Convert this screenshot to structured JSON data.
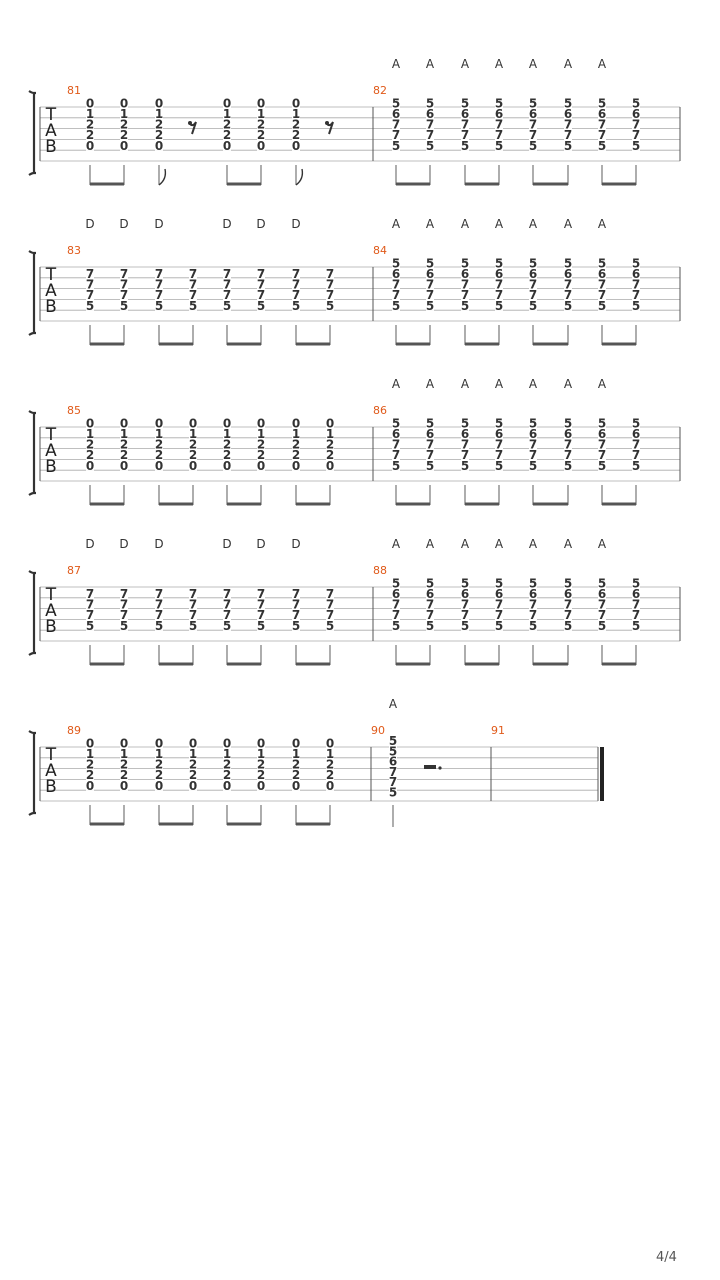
{
  "page": {
    "page_number": "4/4"
  },
  "tab_clef": [
    "T",
    "A",
    "B"
  ],
  "systems": [
    {
      "measures": [
        {
          "number": "81",
          "chord_labels": [
            "",
            "",
            "",
            "",
            "",
            "",
            "",
            ""
          ],
          "events": [
            {
              "frets": [
                "0",
                "1",
                "2",
                "2",
                "0",
                ""
              ]
            },
            {
              "frets": [
                "0",
                "1",
                "2",
                "2",
                "0",
                ""
              ]
            },
            {
              "frets": [
                "0",
                "1",
                "2",
                "2",
                "0",
                ""
              ]
            },
            {
              "rest": "eighth"
            },
            {
              "frets": [
                "0",
                "1",
                "2",
                "2",
                "0",
                ""
              ]
            },
            {
              "frets": [
                "0",
                "1",
                "2",
                "2",
                "0",
                ""
              ]
            },
            {
              "frets": [
                "0",
                "1",
                "2",
                "2",
                "0",
                ""
              ]
            },
            {
              "rest": "eighth"
            }
          ]
        },
        {
          "number": "82",
          "chord_labels": [
            "A",
            "A",
            "A",
            "A",
            "A",
            "A",
            "A",
            ""
          ],
          "events": [
            {
              "frets": [
                "5",
                "6",
                "7",
                "7",
                "5",
                ""
              ]
            },
            {
              "frets": [
                "5",
                "6",
                "7",
                "7",
                "5",
                ""
              ]
            },
            {
              "frets": [
                "5",
                "6",
                "7",
                "7",
                "5",
                ""
              ]
            },
            {
              "frets": [
                "5",
                "6",
                "7",
                "7",
                "5",
                ""
              ]
            },
            {
              "frets": [
                "5",
                "6",
                "7",
                "7",
                "5",
                ""
              ]
            },
            {
              "frets": [
                "5",
                "6",
                "7",
                "7",
                "5",
                ""
              ]
            },
            {
              "frets": [
                "5",
                "6",
                "7",
                "7",
                "5",
                ""
              ]
            },
            {
              "frets": [
                "5",
                "6",
                "7",
                "7",
                "5",
                ""
              ]
            }
          ]
        }
      ]
    },
    {
      "measures": [
        {
          "number": "83",
          "chord_labels": [
            "D",
            "D",
            "D",
            "",
            "D",
            "D",
            "D",
            ""
          ],
          "events": [
            {
              "frets": [
                "",
                "7",
                "7",
                "7",
                "5",
                ""
              ]
            },
            {
              "frets": [
                "",
                "7",
                "7",
                "7",
                "5",
                ""
              ]
            },
            {
              "frets": [
                "",
                "7",
                "7",
                "7",
                "5",
                ""
              ]
            },
            {
              "frets": [
                "",
                "7",
                "7",
                "7",
                "5",
                ""
              ]
            },
            {
              "frets": [
                "",
                "7",
                "7",
                "7",
                "5",
                ""
              ]
            },
            {
              "frets": [
                "",
                "7",
                "7",
                "7",
                "5",
                ""
              ]
            },
            {
              "frets": [
                "",
                "7",
                "7",
                "7",
                "5",
                ""
              ]
            },
            {
              "frets": [
                "",
                "7",
                "7",
                "7",
                "5",
                ""
              ]
            }
          ]
        },
        {
          "number": "84",
          "chord_labels": [
            "A",
            "A",
            "A",
            "A",
            "A",
            "A",
            "A",
            ""
          ],
          "events": [
            {
              "frets": [
                "5",
                "6",
                "7",
                "7",
                "5",
                ""
              ]
            },
            {
              "frets": [
                "5",
                "6",
                "7",
                "7",
                "5",
                ""
              ]
            },
            {
              "frets": [
                "5",
                "6",
                "7",
                "7",
                "5",
                ""
              ]
            },
            {
              "frets": [
                "5",
                "6",
                "7",
                "7",
                "5",
                ""
              ]
            },
            {
              "frets": [
                "5",
                "6",
                "7",
                "7",
                "5",
                ""
              ]
            },
            {
              "frets": [
                "5",
                "6",
                "7",
                "7",
                "5",
                ""
              ]
            },
            {
              "frets": [
                "5",
                "6",
                "7",
                "7",
                "5",
                ""
              ]
            },
            {
              "frets": [
                "5",
                "6",
                "7",
                "7",
                "5",
                ""
              ]
            }
          ]
        }
      ]
    },
    {
      "measures": [
        {
          "number": "85",
          "chord_labels": [
            "",
            "",
            "",
            "",
            "",
            "",
            "",
            ""
          ],
          "events": [
            {
              "frets": [
                "0",
                "1",
                "2",
                "2",
                "0",
                ""
              ]
            },
            {
              "frets": [
                "0",
                "1",
                "2",
                "2",
                "0",
                ""
              ]
            },
            {
              "frets": [
                "0",
                "1",
                "2",
                "2",
                "0",
                ""
              ]
            },
            {
              "frets": [
                "0",
                "1",
                "2",
                "2",
                "0",
                ""
              ]
            },
            {
              "frets": [
                "0",
                "1",
                "2",
                "2",
                "0",
                ""
              ]
            },
            {
              "frets": [
                "0",
                "1",
                "2",
                "2",
                "0",
                ""
              ]
            },
            {
              "frets": [
                "0",
                "1",
                "2",
                "2",
                "0",
                ""
              ]
            },
            {
              "frets": [
                "0",
                "1",
                "2",
                "2",
                "0",
                ""
              ]
            }
          ]
        },
        {
          "number": "86",
          "chord_labels": [
            "A",
            "A",
            "A",
            "A",
            "A",
            "A",
            "A",
            ""
          ],
          "events": [
            {
              "frets": [
                "5",
                "6",
                "7",
                "7",
                "5",
                ""
              ]
            },
            {
              "frets": [
                "5",
                "6",
                "7",
                "7",
                "5",
                ""
              ]
            },
            {
              "frets": [
                "5",
                "6",
                "7",
                "7",
                "5",
                ""
              ]
            },
            {
              "frets": [
                "5",
                "6",
                "7",
                "7",
                "5",
                ""
              ]
            },
            {
              "frets": [
                "5",
                "6",
                "7",
                "7",
                "5",
                ""
              ]
            },
            {
              "frets": [
                "5",
                "6",
                "7",
                "7",
                "5",
                ""
              ]
            },
            {
              "frets": [
                "5",
                "6",
                "7",
                "7",
                "5",
                ""
              ]
            },
            {
              "frets": [
                "5",
                "6",
                "7",
                "7",
                "5",
                ""
              ]
            }
          ]
        }
      ]
    },
    {
      "measures": [
        {
          "number": "87",
          "chord_labels": [
            "D",
            "D",
            "D",
            "",
            "D",
            "D",
            "D",
            ""
          ],
          "events": [
            {
              "frets": [
                "",
                "7",
                "7",
                "7",
                "5",
                ""
              ]
            },
            {
              "frets": [
                "",
                "7",
                "7",
                "7",
                "5",
                ""
              ]
            },
            {
              "frets": [
                "",
                "7",
                "7",
                "7",
                "5",
                ""
              ]
            },
            {
              "frets": [
                "",
                "7",
                "7",
                "7",
                "5",
                ""
              ]
            },
            {
              "frets": [
                "",
                "7",
                "7",
                "7",
                "5",
                ""
              ]
            },
            {
              "frets": [
                "",
                "7",
                "7",
                "7",
                "5",
                ""
              ]
            },
            {
              "frets": [
                "",
                "7",
                "7",
                "7",
                "5",
                ""
              ]
            },
            {
              "frets": [
                "",
                "7",
                "7",
                "7",
                "5",
                ""
              ]
            }
          ]
        },
        {
          "number": "88",
          "chord_labels": [
            "A",
            "A",
            "A",
            "A",
            "A",
            "A",
            "A",
            ""
          ],
          "events": [
            {
              "frets": [
                "5",
                "6",
                "7",
                "7",
                "5",
                ""
              ]
            },
            {
              "frets": [
                "5",
                "6",
                "7",
                "7",
                "5",
                ""
              ]
            },
            {
              "frets": [
                "5",
                "6",
                "7",
                "7",
                "5",
                ""
              ]
            },
            {
              "frets": [
                "5",
                "6",
                "7",
                "7",
                "5",
                ""
              ]
            },
            {
              "frets": [
                "5",
                "6",
                "7",
                "7",
                "5",
                ""
              ]
            },
            {
              "frets": [
                "5",
                "6",
                "7",
                "7",
                "5",
                ""
              ]
            },
            {
              "frets": [
                "5",
                "6",
                "7",
                "7",
                "5",
                ""
              ]
            },
            {
              "frets": [
                "5",
                "6",
                "7",
                "7",
                "5",
                ""
              ]
            }
          ]
        }
      ]
    },
    {
      "measures": [
        {
          "number": "89",
          "chord_labels": [
            "",
            "",
            "",
            "",
            "",
            "",
            "",
            ""
          ],
          "events": [
            {
              "frets": [
                "0",
                "1",
                "2",
                "2",
                "0",
                ""
              ]
            },
            {
              "frets": [
                "0",
                "1",
                "2",
                "2",
                "0",
                ""
              ]
            },
            {
              "frets": [
                "0",
                "1",
                "2",
                "2",
                "0",
                ""
              ]
            },
            {
              "frets": [
                "0",
                "1",
                "2",
                "2",
                "0",
                ""
              ]
            },
            {
              "frets": [
                "0",
                "1",
                "2",
                "2",
                "0",
                ""
              ]
            },
            {
              "frets": [
                "0",
                "1",
                "2",
                "2",
                "0",
                ""
              ]
            },
            {
              "frets": [
                "0",
                "1",
                "2",
                "2",
                "0",
                ""
              ]
            },
            {
              "frets": [
                "0",
                "1",
                "2",
                "2",
                "0",
                ""
              ]
            }
          ]
        },
        {
          "number": "90",
          "chord_labels": [
            "A"
          ],
          "events": [
            {
              "frets": [
                "5",
                "5",
                "6",
                "7",
                "7",
                "5"
              ]
            },
            {
              "rest": "dotted-half"
            }
          ]
        },
        {
          "number": "91",
          "chord_labels": [],
          "events": []
        }
      ]
    }
  ]
}
